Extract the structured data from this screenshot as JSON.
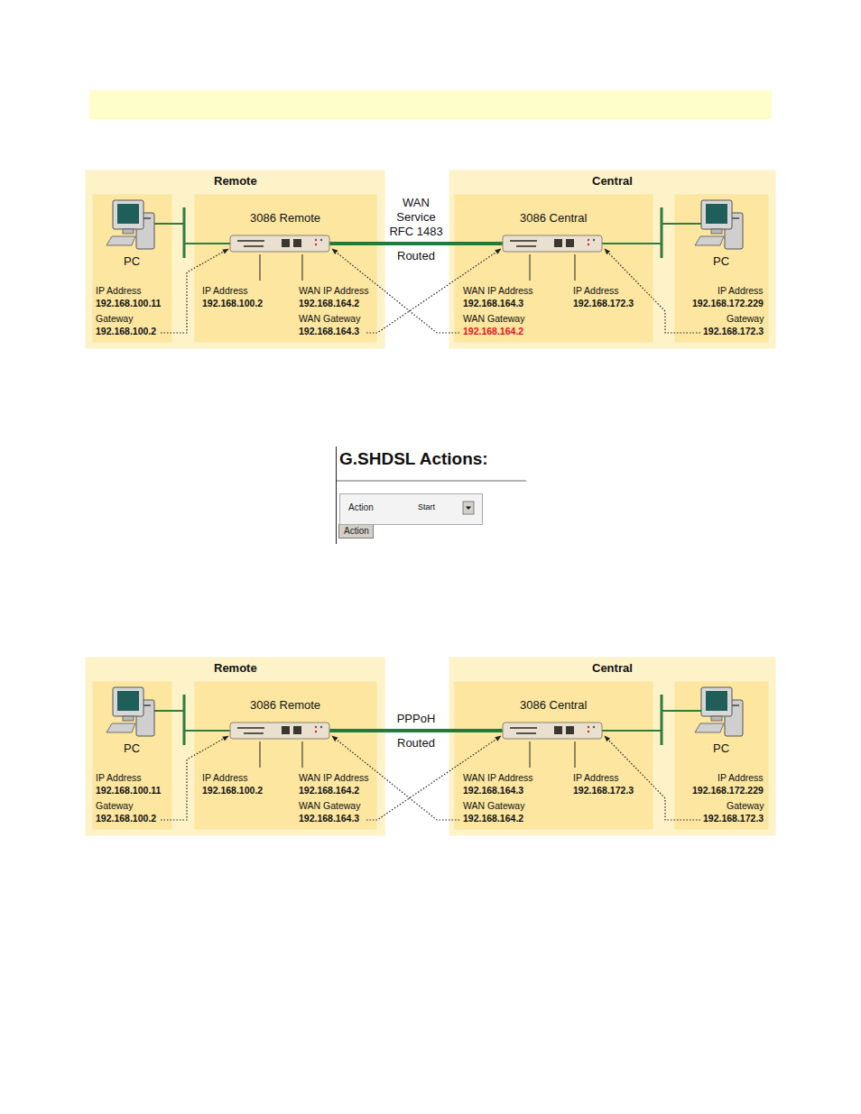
{
  "diagram": {
    "nodes": [
      {
        "text": [
          "Remote"
        ]
      },
      {
        "text": [
          "PC",
          "IP Address",
          "192.168.100.11",
          "Gateway",
          "192.168.100.2"
        ],
        "in": 0
      },
      {
        "text": [
          "3086 Remote",
          "IP Address",
          "192.168.100.2",
          "WAN IP Address",
          "192.168.164.2",
          "WAN Gateway",
          "192.168.164.3"
        ],
        "in": 0
      },
      {
        "text": [
          "Central"
        ]
      },
      {
        "text": [
          "3086 Central",
          "WAN IP Address",
          "192.168.164.3",
          "WAN Gateway",
          "192.168.164.2",
          "IP Address",
          "192.168.172.3"
        ],
        "in": 3
      },
      {
        "text": [
          "PC",
          "IP Address",
          "192.168.172.229",
          "Gateway",
          "192.168.172.3"
        ],
        "in": 3
      },
      {
        "text": [
          "G.SHDSL Actions:"
        ]
      },
      {
        "text": [
          "Action"
        ],
        "in": 6
      },
      {
        "text": [
          "Start"
        ],
        "in": 6
      },
      {
        "text": [
          "Action"
        ],
        "in": 6
      },
      {
        "text": [
          "Remote"
        ]
      },
      {
        "text": [
          "PC",
          "IP Address",
          "192.168.100.11",
          "Gateway",
          "192.168.100.2"
        ],
        "in": 10
      },
      {
        "text": [
          "3086 Remote",
          "IP Address",
          "192.168.100.2",
          "WAN IP Address",
          "192.168.164.2",
          "WAN Gateway",
          "192.168.164.3"
        ],
        "in": 10
      },
      {
        "text": [
          "Central"
        ]
      },
      {
        "text": [
          "3086 Central",
          "WAN IP Address",
          "192.168.164.3",
          "WAN Gateway",
          "192.168.164.2",
          "IP Address",
          "192.168.172.3"
        ],
        "in": 13
      },
      {
        "text": [
          "PC",
          "IP Address",
          "192.168.172.229",
          "Gateway",
          "192.168.172.3"
        ],
        "in": 13
      }
    ],
    "edges": [
      {
        "from": 2,
        "to": 4,
        "label": "WAN Service RFC 1483",
        "arrow": "none"
      },
      {
        "from": 12,
        "to": 14,
        "label": "PPPoH",
        "arrow": "none"
      }
    ],
    "labels": [
      "Routed",
      "Routed"
    ]
  }
}
